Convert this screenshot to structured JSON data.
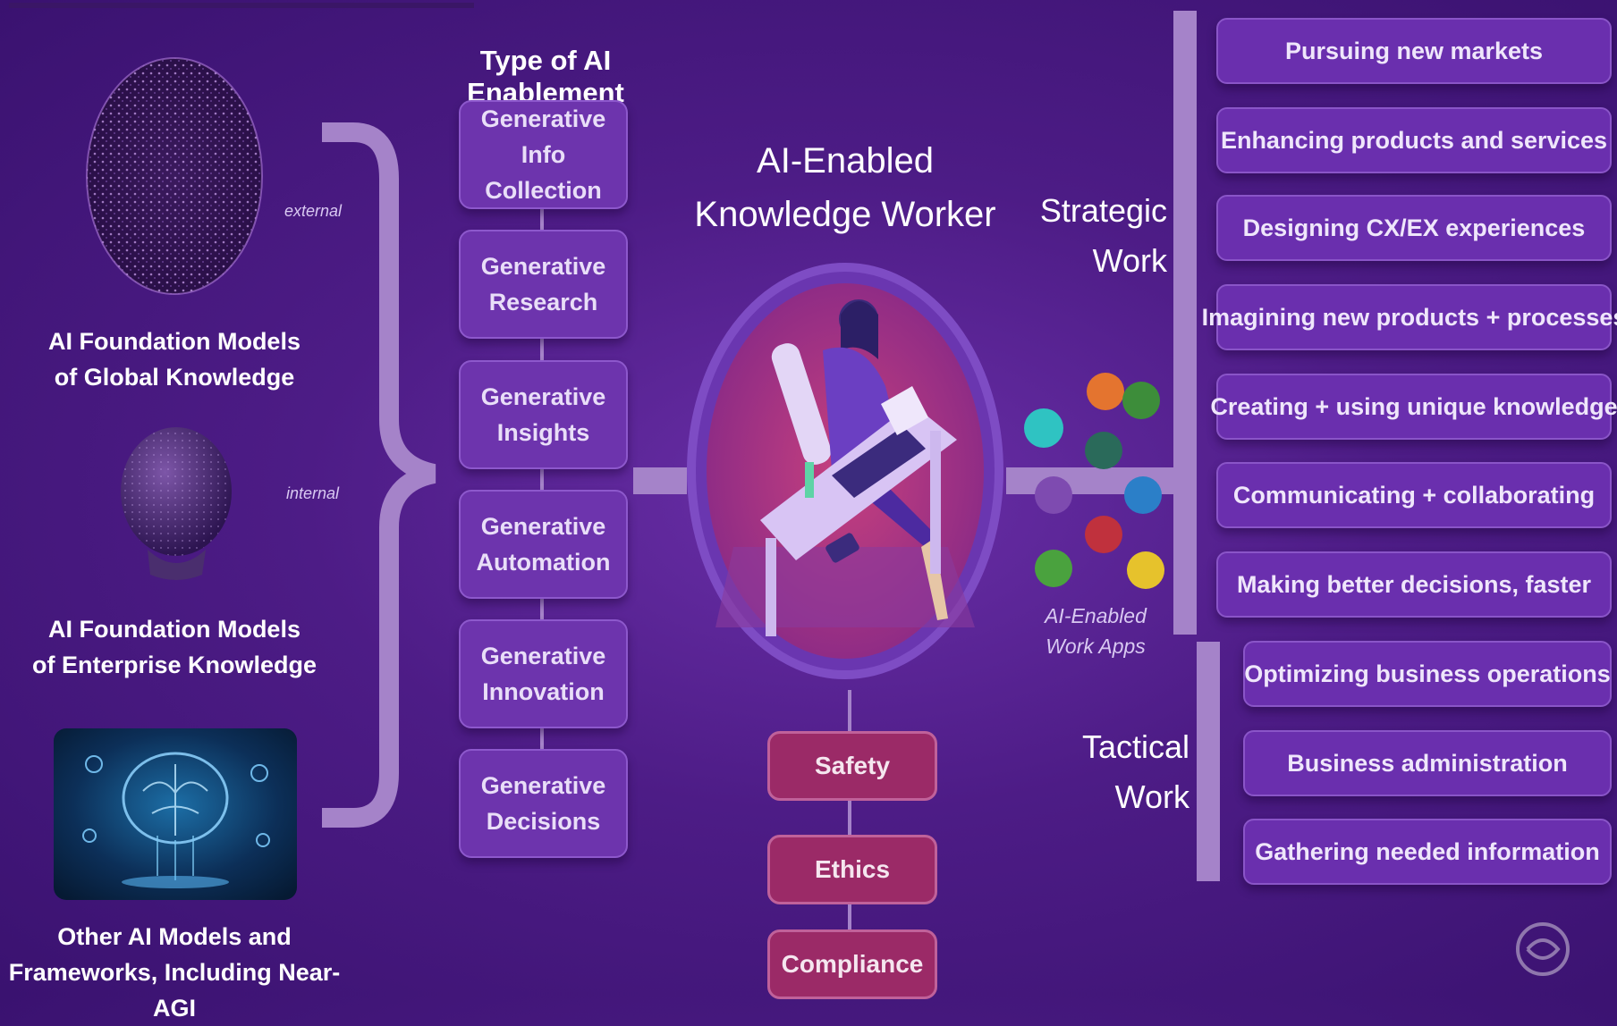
{
  "source_header": "",
  "enablement_title": "Type of AI Enablement",
  "center_title": "AI-Enabled\nKnowledge Worker",
  "sources": [
    {
      "label": "AI Foundation Models\nof Global Knowledge",
      "tag": "external"
    },
    {
      "label": "AI Foundation Models\nof Enterprise Knowledge",
      "tag": "internal"
    },
    {
      "label": "Other AI Models and\nFrameworks, Including Near-AGI",
      "tag": ""
    }
  ],
  "enablement_types": [
    "Generative Info\nCollection",
    "Generative\nResearch",
    "Generative\nInsights",
    "Generative\nAutomation",
    "Generative\nInnovation",
    "Generative\nDecisions"
  ],
  "apps_label": "AI-Enabled\nWork Apps",
  "strategic_label": "Strategic\nWork",
  "tactical_label": "Tactical\nWork",
  "strategic_items": [
    "Pursuing new markets",
    "Enhancing products and services",
    "Designing CX/EX experiences",
    "Imagining new products + processes",
    "Creating + using unique knowledge",
    "Communicating + collaborating",
    "Making better decisions, faster"
  ],
  "tactical_items": [
    "Optimizing business operations",
    "Business administration",
    "Gathering needed information"
  ],
  "governance": [
    "Safety",
    "Ethics",
    "Compliance"
  ],
  "colors": {
    "background": "#4d1c86",
    "box": "#6a2fae",
    "governance": "#9b2a67",
    "connector": "#a583c9"
  }
}
